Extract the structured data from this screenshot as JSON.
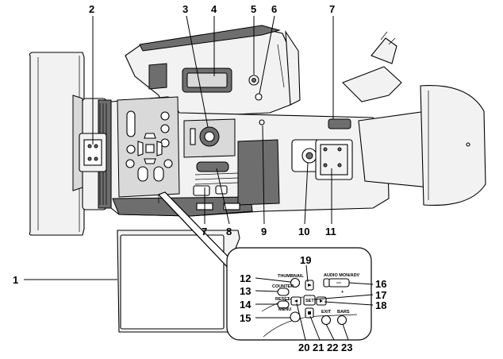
{
  "callouts": {
    "c1": "1",
    "c2": "2",
    "c3": "3",
    "c4": "4",
    "c5": "5",
    "c6": "6",
    "c7a": "7",
    "c7b": "7",
    "c8": "8",
    "c9": "9",
    "c10": "10",
    "c11": "11",
    "c12": "12",
    "c13": "13",
    "c14": "14",
    "c15": "15",
    "c16": "16",
    "c17": "17",
    "c18": "18",
    "c19": "19",
    "c20": "20",
    "c21": "21",
    "c22": "22",
    "c23": "23"
  },
  "button_labels": {
    "thumbnail": "THUMBNAIL",
    "counter": "COUNTER",
    "reset": "RESET",
    "menu": "MENU",
    "audio_mon_adv": "AUDIO MON/ADV",
    "plus": "+",
    "set": "SET",
    "exit": "EXIT",
    "bars": "BARS"
  }
}
